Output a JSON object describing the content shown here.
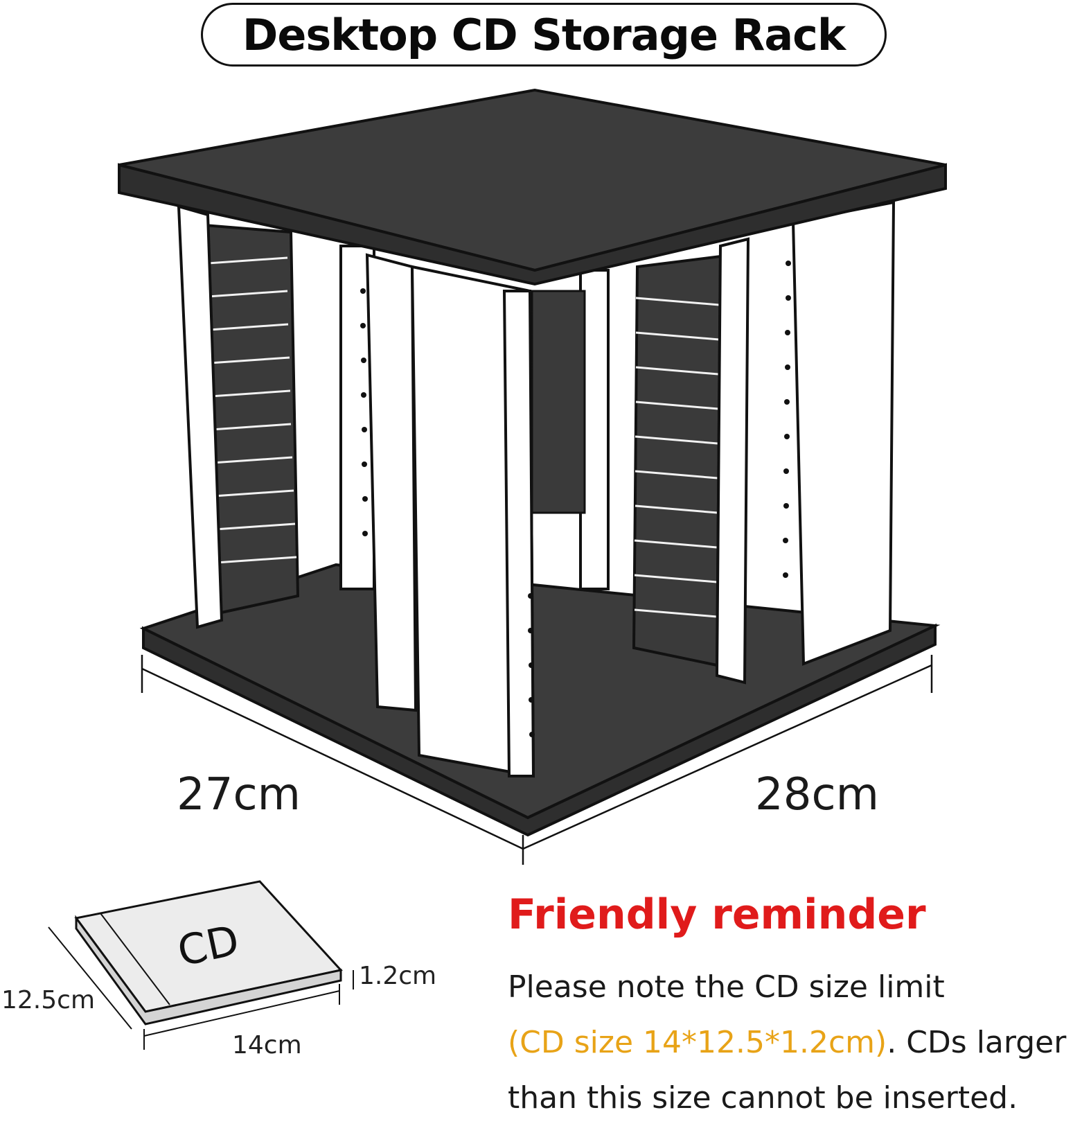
{
  "title": "Desktop CD Storage Rack",
  "dimensions": {
    "depth": "27cm",
    "width": "28cm"
  },
  "cd_diagram": {
    "label": "CD",
    "height": "12.5cm",
    "thickness": "1.2cm",
    "width": "14cm"
  },
  "reminder": {
    "heading": "Friendly reminder",
    "line1": "Please note the CD size limit",
    "highlight": "(CD size 14*12.5*1.2cm)",
    "line2_rest": ". CDs larger",
    "line3": "than this size cannot be inserted."
  },
  "colors": {
    "rack_panel": "#3a3a3a",
    "heading_red": "#e01b1b",
    "highlight_gold": "#e8a317"
  }
}
